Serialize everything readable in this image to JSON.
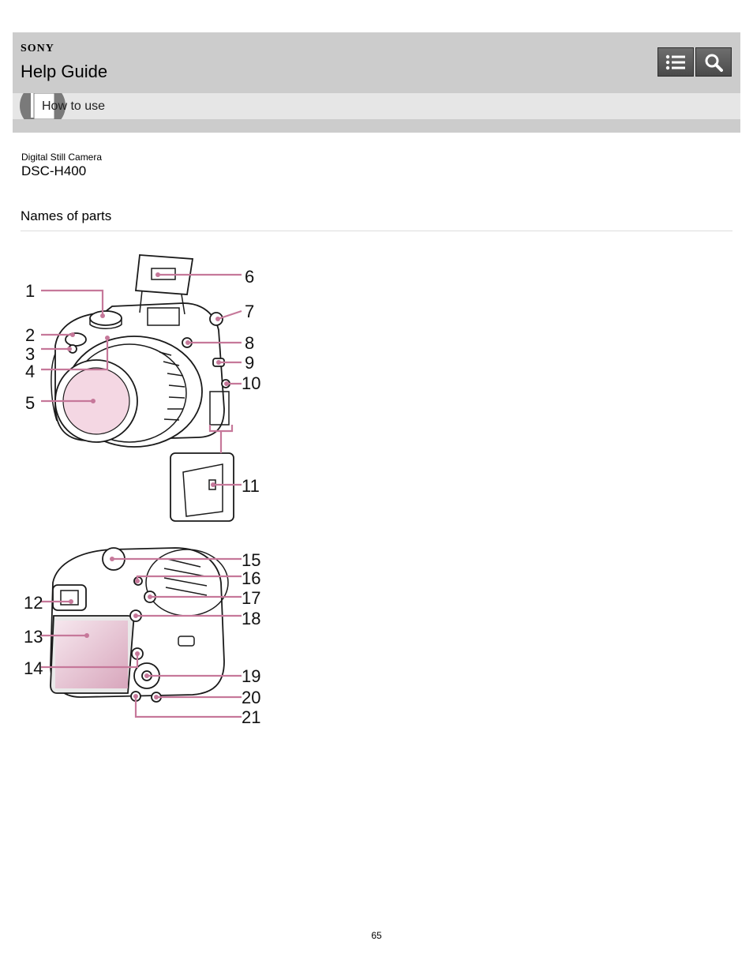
{
  "header": {
    "brand": "SONY",
    "title": "Help Guide",
    "breadcrumb": "How to use",
    "icons": {
      "toc": "list-icon",
      "search": "magnifier-icon",
      "book": "book-icon"
    }
  },
  "product": {
    "category": "Digital Still Camera",
    "model": "DSC-H400"
  },
  "page": {
    "title": "Names of parts",
    "page_number": "65"
  },
  "figure": {
    "front_labels": [
      "1",
      "2",
      "3",
      "4",
      "5",
      "6",
      "7",
      "8",
      "9",
      "10",
      "11"
    ],
    "rear_labels": [
      "12",
      "13",
      "14",
      "15",
      "16",
      "17",
      "18",
      "19",
      "20",
      "21"
    ]
  },
  "colors": {
    "header_bg": "#cccccc",
    "subbar_bg": "#e6e6e6",
    "callout": "#c6789a"
  }
}
